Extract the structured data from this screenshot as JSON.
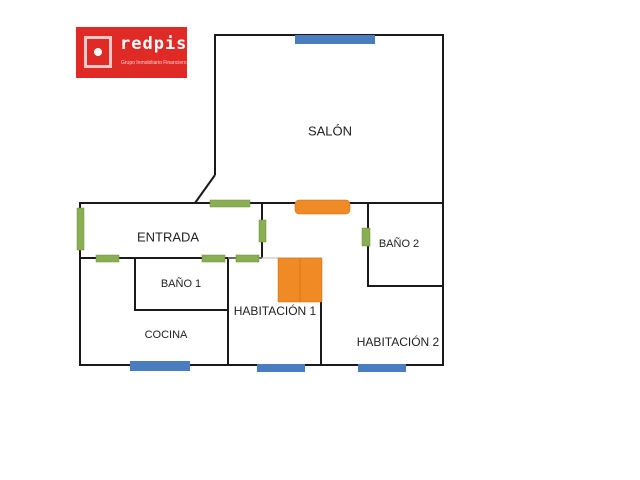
{
  "logo": {
    "brand": "redpiso",
    "tagline": "Grupo Inmobiliario Financiero"
  },
  "rooms": {
    "salon": "SALÓN",
    "entrada": "ENTRADA",
    "bano2": "BAÑO 2",
    "bano1": "BAÑO 1",
    "habitacion1": "HABITACIÓN 1",
    "cocina": "COCINA",
    "habitacion2": "HABITACIÓN 2"
  },
  "colors": {
    "wall": "#1a1a1a",
    "door": "#8aae52",
    "window": "#4a7cc0",
    "furniture": "#f08a24",
    "logo": "#e02a26"
  }
}
